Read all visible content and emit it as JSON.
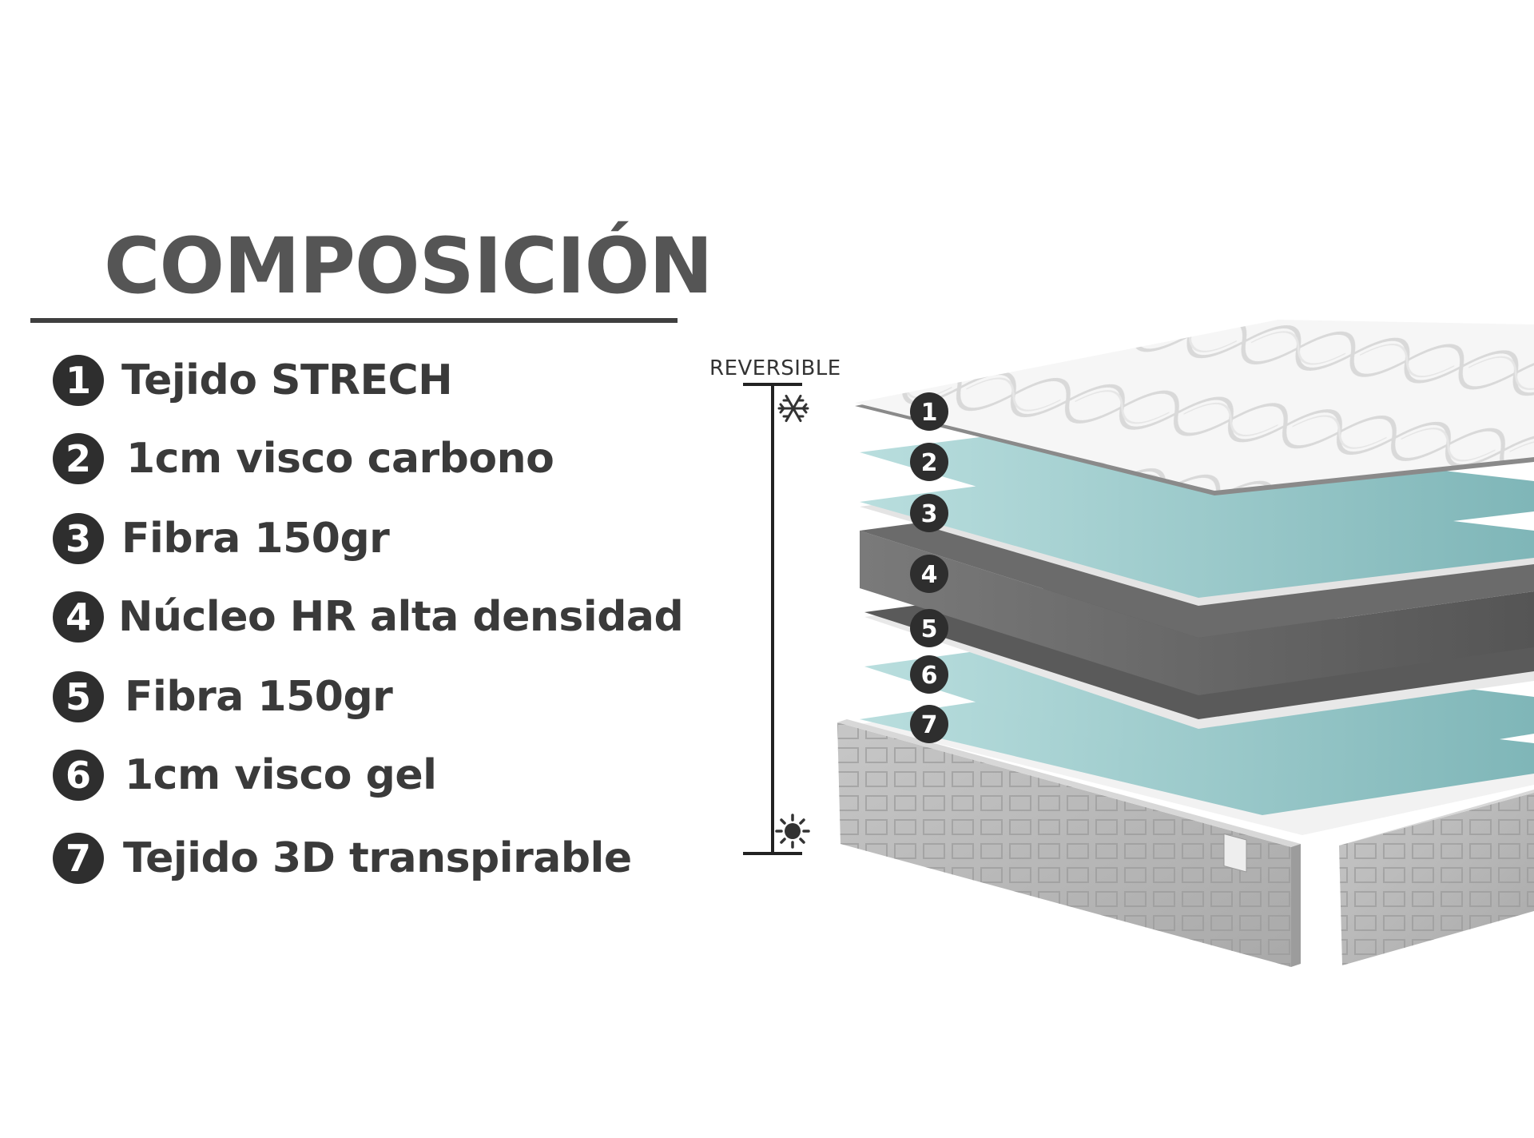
{
  "title": "COMPOSICIÓN",
  "reversible_label": "REVERSIBLE",
  "layers": [
    {
      "number": "1",
      "label": "Tejido STRECH"
    },
    {
      "number": "2",
      "label": "1cm visco carbono"
    },
    {
      "number": "3",
      "label": "Fibra 150gr"
    },
    {
      "number": "4",
      "label": "Núcleo HR alta densidad"
    },
    {
      "number": "5",
      "label": "Fibra 150gr"
    },
    {
      "number": "6",
      "label": "1cm visco gel"
    },
    {
      "number": "7",
      "label": "Tejido 3D transpirable"
    }
  ],
  "icons": {
    "top_side": "snowflake-icon",
    "bottom_side": "sun-icon"
  },
  "colors": {
    "text": "#3a3a3a",
    "badge": "#2e2e2e",
    "visco_teal": "#9fcfd0",
    "core_gray": "#555555",
    "fibra_white": "#e9e9e9",
    "border_fabric": "#b9b9b9"
  }
}
